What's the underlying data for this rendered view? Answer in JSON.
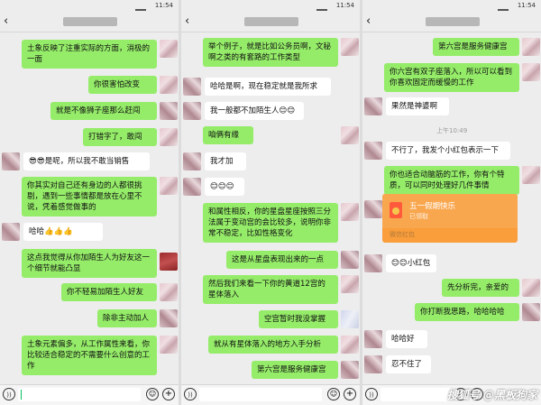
{
  "status_time": "11:54",
  "input": {
    "placeholder": ""
  },
  "icons": {
    "back": "chevron-left-icon",
    "voice": "voice-icon",
    "emoji": "emoji-icon",
    "plus": "plus-icon"
  },
  "colors": {
    "self_bubble": "#95ec69",
    "other_bubble": "#ffffff",
    "background": "#ededed",
    "red_packet": "#fa9d3b"
  },
  "panel1": {
    "messages": [
      {
        "text": "土象反映了注重实际的方面，消极的一面",
        "side": "self"
      },
      {
        "text": "你很害怕改变",
        "side": "self"
      },
      {
        "text": "就是不像狮子座那么赶闯",
        "side": "self"
      },
      {
        "text": "打错字了，敢闯",
        "side": "self"
      },
      {
        "text": "😎😎是呢，所以我不敢当销售",
        "side": "other"
      },
      {
        "text": "你其实对自己还有身边的人都很挑剔，遇到一些事情都是放在心里不说，凭着感觉做事的",
        "side": "self"
      },
      {
        "text": "哈哈👍👍👍",
        "side": "other"
      },
      {
        "text": "这点我觉得从你加陌生人为好友这一个细节就能凸显",
        "side": "self"
      },
      {
        "text": "你不轻易加陌生人好友",
        "side": "self"
      },
      {
        "text": "除非主动加人",
        "side": "self"
      },
      {
        "text": "土象元素偏多，从工作属性来看，你比较适合稳定的不需要什么创意的工作",
        "side": "self"
      }
    ]
  },
  "panel2": {
    "messages": [
      {
        "text": "举个例子，就是比如公务员啊，文秘啊之类的有套路的工作类型",
        "side": "self"
      },
      {
        "text": "哈哈是啊，现在稳定就是我所求",
        "side": "other"
      },
      {
        "text": "我一般都不加陌生人😊😊",
        "side": "other"
      },
      {
        "text": "咱俩有缘",
        "side": "self"
      },
      {
        "text": "我才加",
        "side": "other"
      },
      {
        "text": "😊😊😊",
        "side": "other"
      },
      {
        "text": "和属性相反，你的星盘星座按照三分法属于变动宫的会比较多，说明你非常不稳定，比如性格变化",
        "side": "self"
      },
      {
        "text": "这是从星盘表现出来的一点",
        "side": "self"
      },
      {
        "text": "然后我们来看一下你的黄道12宫的星体落入",
        "side": "self"
      },
      {
        "text": "空宫暂时我没掌握",
        "side": "self"
      },
      {
        "text": "就从有星体落入的地方入手分析",
        "side": "self"
      },
      {
        "text": "第六宫是服务健康宫",
        "side": "self"
      }
    ]
  },
  "panel3": {
    "time": "上午10:49",
    "red_packet": {
      "message": "五一假期快乐",
      "status": "已领取",
      "label": "微信红包"
    },
    "messages": [
      {
        "text": "第六宫是服务健康宫",
        "side": "self"
      },
      {
        "text": "你六宫有双子座落入，所以可以看到你喜欢固定而缓慢的工作",
        "side": "self"
      },
      {
        "text": "果然是神婆啊",
        "side": "other"
      },
      {
        "text": "不行了，我发个小红包表示一下",
        "side": "other"
      },
      {
        "text": "你也适合动脑筋的工作，你有个特质，可以同时处理好几件事情",
        "side": "self"
      },
      {
        "text": "😊😊小红包",
        "side": "other"
      },
      {
        "text": "先分析完，亲爱的",
        "side": "self"
      },
      {
        "text": "你打断我思路，哈哈哈哈",
        "side": "self"
      },
      {
        "text": "哈哈好",
        "side": "other"
      },
      {
        "text": "忍不住了",
        "side": "other"
      }
    ]
  },
  "watermark": "搜狐号 @黑板狗家"
}
